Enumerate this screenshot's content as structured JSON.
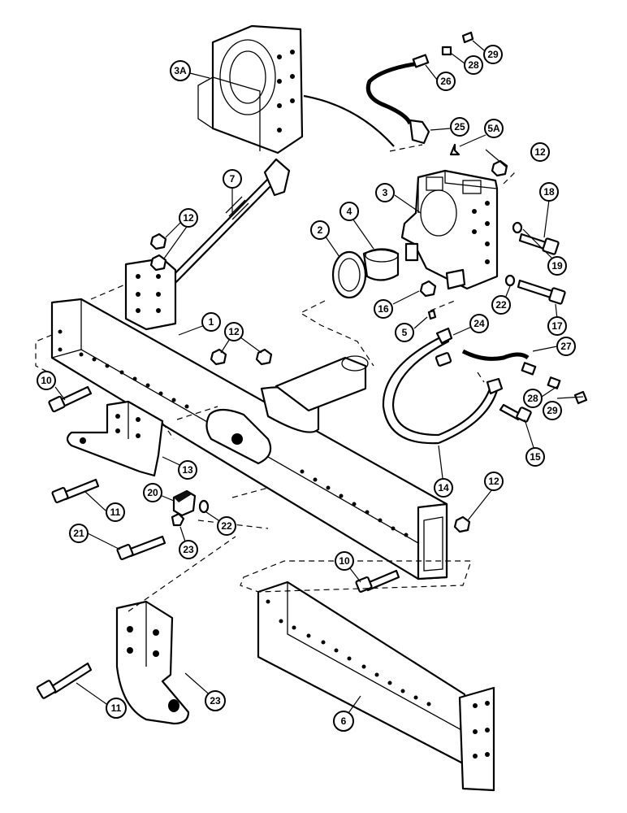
{
  "callouts": [
    {
      "id": "c-3a",
      "label": "3A"
    },
    {
      "id": "c-26",
      "label": "26"
    },
    {
      "id": "c-28a",
      "label": "28"
    },
    {
      "id": "c-29a",
      "label": "29"
    },
    {
      "id": "c-25",
      "label": "25"
    },
    {
      "id": "c-5a",
      "label": "5A"
    },
    {
      "id": "c-12a",
      "label": "12"
    },
    {
      "id": "c-7",
      "label": "7"
    },
    {
      "id": "c-3",
      "label": "3"
    },
    {
      "id": "c-18",
      "label": "18"
    },
    {
      "id": "c-12b",
      "label": "12"
    },
    {
      "id": "c-2",
      "label": "2"
    },
    {
      "id": "c-4",
      "label": "4"
    },
    {
      "id": "c-19",
      "label": "19"
    },
    {
      "id": "c-16",
      "label": "16"
    },
    {
      "id": "c-22a",
      "label": "22"
    },
    {
      "id": "c-17",
      "label": "17"
    },
    {
      "id": "c-5",
      "label": "5"
    },
    {
      "id": "c-24",
      "label": "24"
    },
    {
      "id": "c-1",
      "label": "1"
    },
    {
      "id": "c-12c",
      "label": "12"
    },
    {
      "id": "c-27",
      "label": "27"
    },
    {
      "id": "c-10a",
      "label": "10"
    },
    {
      "id": "c-28b",
      "label": "28"
    },
    {
      "id": "c-29b",
      "label": "29"
    },
    {
      "id": "c-15",
      "label": "15"
    },
    {
      "id": "c-13",
      "label": "13"
    },
    {
      "id": "c-14",
      "label": "14"
    },
    {
      "id": "c-12d",
      "label": "12"
    },
    {
      "id": "c-11a",
      "label": "11"
    },
    {
      "id": "c-20",
      "label": "20"
    },
    {
      "id": "c-22b",
      "label": "22"
    },
    {
      "id": "c-21",
      "label": "21"
    },
    {
      "id": "c-23a",
      "label": "23"
    },
    {
      "id": "c-10b",
      "label": "10"
    },
    {
      "id": "c-11b",
      "label": "11"
    },
    {
      "id": "c-23b",
      "label": "23"
    },
    {
      "id": "c-6",
      "label": "6"
    }
  ]
}
